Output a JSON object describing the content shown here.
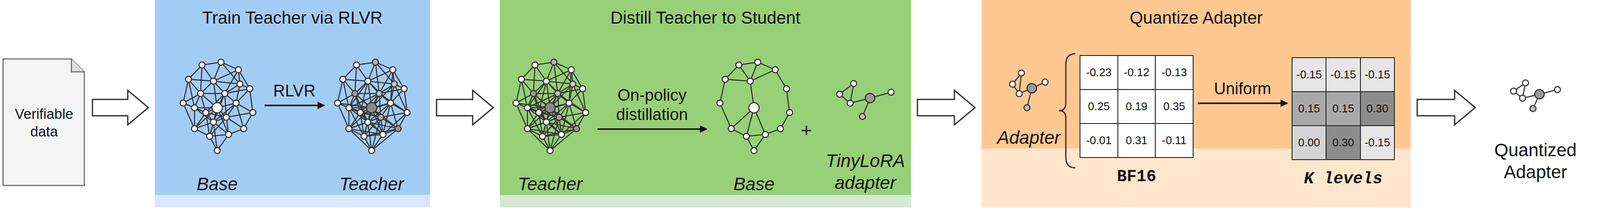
{
  "diagram": {
    "nodes": [
      {
        "text": [
          "Verifiable data"
        ]
      },
      {
        "text": [
          "Train Teacher via RLVR"
        ]
      },
      {
        "text": [
          "Base"
        ],
        "in": 1
      },
      {
        "text": [
          "Teacher"
        ],
        "in": 1
      },
      {
        "text": [
          "Distill Teacher to Student"
        ]
      },
      {
        "text": [
          "Teacher"
        ],
        "in": 4
      },
      {
        "text": [
          "Base"
        ],
        "in": 4
      },
      {
        "text": [
          "TinyLoRA adapter"
        ],
        "in": 4
      },
      {
        "text": [
          "Quantize Adapter"
        ]
      },
      {
        "text": [
          "Adapter"
        ],
        "in": 8
      },
      {
        "text": [
          "-0.23",
          "-0.12",
          "-0.13",
          "0.25",
          "0.19",
          "0.35",
          "-0.01",
          "0.31",
          "-0.11",
          "BF16"
        ],
        "in": 8
      },
      {
        "text": [
          "-0.15",
          "-0.15",
          "-0.15",
          "0.15",
          "0.15",
          "0.30",
          "0.00",
          "0.30",
          "-0.15",
          "K levels"
        ],
        "in": 8
      },
      {
        "text": [
          "Quantized Adapter"
        ]
      }
    ],
    "edges": [
      {
        "from": 0,
        "to": 1,
        "arrow": "to"
      },
      {
        "from": 1,
        "to": 4,
        "arrow": "to"
      },
      {
        "from": 4,
        "to": 8,
        "arrow": "to"
      },
      {
        "from": 8,
        "to": 12,
        "arrow": "to"
      },
      {
        "from": 2,
        "to": 3,
        "label": "RLVR",
        "arrow": "to"
      },
      {
        "from": 5,
        "to": 6,
        "label": "On-policy distillation",
        "arrow": "to"
      },
      {
        "from": 10,
        "to": 11,
        "label": "Uniform",
        "arrow": "to"
      }
    ],
    "labels": [
      "+"
    ]
  }
}
